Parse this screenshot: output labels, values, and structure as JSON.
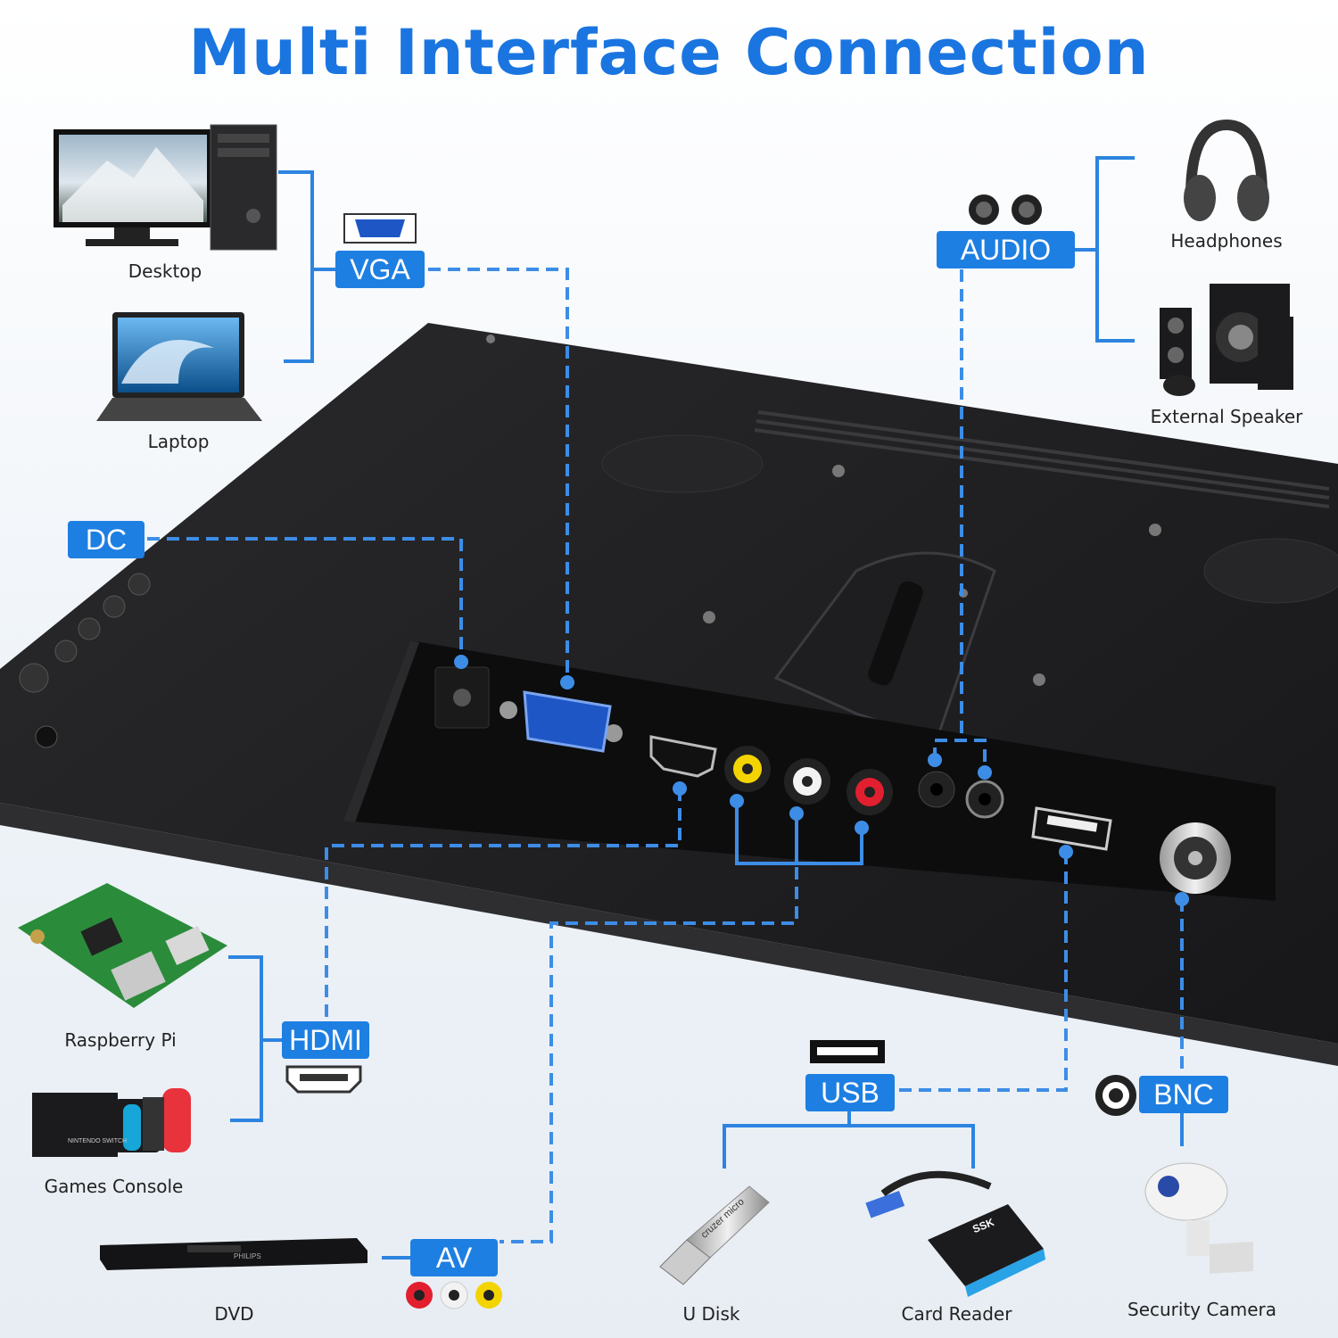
{
  "title": "Multi Interface Connection",
  "colors": {
    "accent": "#1e7fe2",
    "title": "#1a75e0",
    "monitor": "#1b1b1d"
  },
  "interfaces": {
    "vga": "VGA",
    "audio": "AUDIO",
    "dc": "DC",
    "hdmi": "HDMI",
    "av": "AV",
    "usb": "USB",
    "bnc": "BNC"
  },
  "devices": {
    "desktop": "Desktop",
    "laptop": "Laptop",
    "headphones": "Headphones",
    "speaker": "External Speaker",
    "raspberry": "Raspberry Pi",
    "console": "Games Console",
    "dvd": "DVD",
    "udisk": "U Disk",
    "cardreader": "Card Reader",
    "camera": "Security Camera"
  },
  "branding": {
    "dvd_brand": "PHILIPS",
    "card_brand": "SSK",
    "udisk_brand": "cruzer micro",
    "console_brand": "NINTENDO SWITCH"
  },
  "icons": [
    "vga-port-icon",
    "audio-jack-icon",
    "hdmi-port-icon",
    "usb-port-icon",
    "bnc-port-icon",
    "rca-jack-icon"
  ]
}
